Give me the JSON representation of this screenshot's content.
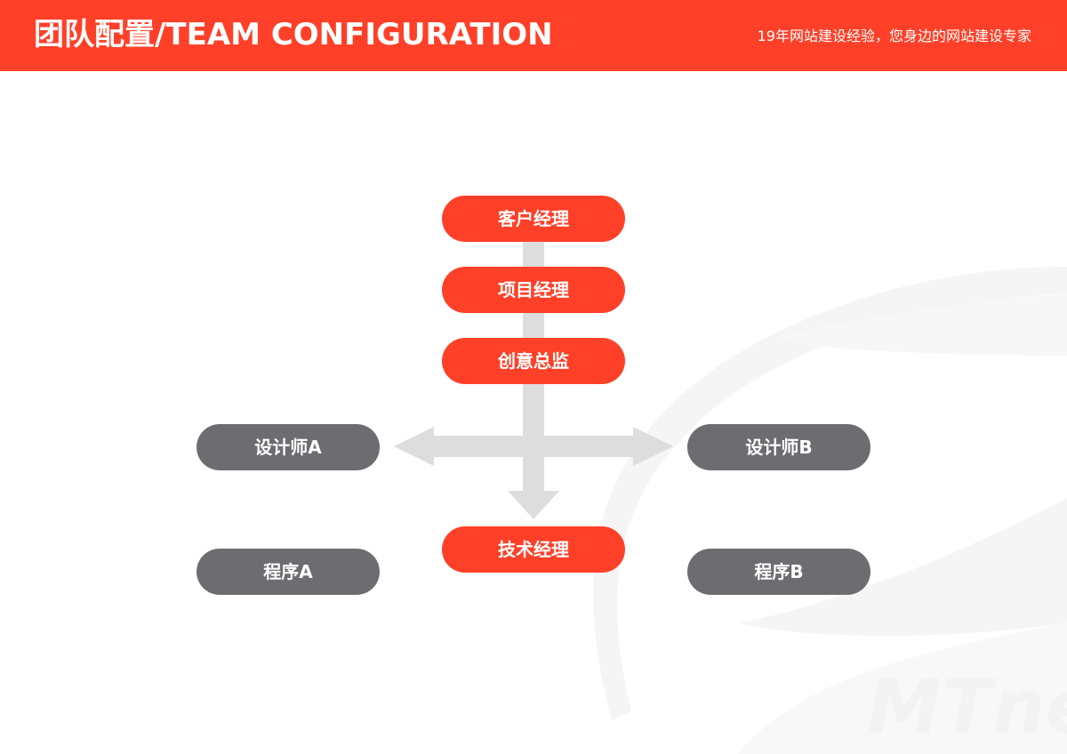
{
  "header": {
    "title": "团队配置/TEAM CONFIGURATION",
    "tagline": "19年网站建设经验，您身边的网站建设专家"
  },
  "watermark": {
    "text": "MTne"
  },
  "diagram": {
    "nodes": {
      "account_manager": "客户经理",
      "project_manager": "项目经理",
      "creative_director": "创意总监",
      "designer_a": "设计师A",
      "designer_b": "设计师B",
      "tech_manager": "技术经理",
      "programmer_a": "程序A",
      "programmer_b": "程序B"
    }
  },
  "colors": {
    "primary": "#ff4028",
    "secondary": "#6d6c71",
    "connector": "#dddddd",
    "watermark": "#f3f3f3"
  }
}
